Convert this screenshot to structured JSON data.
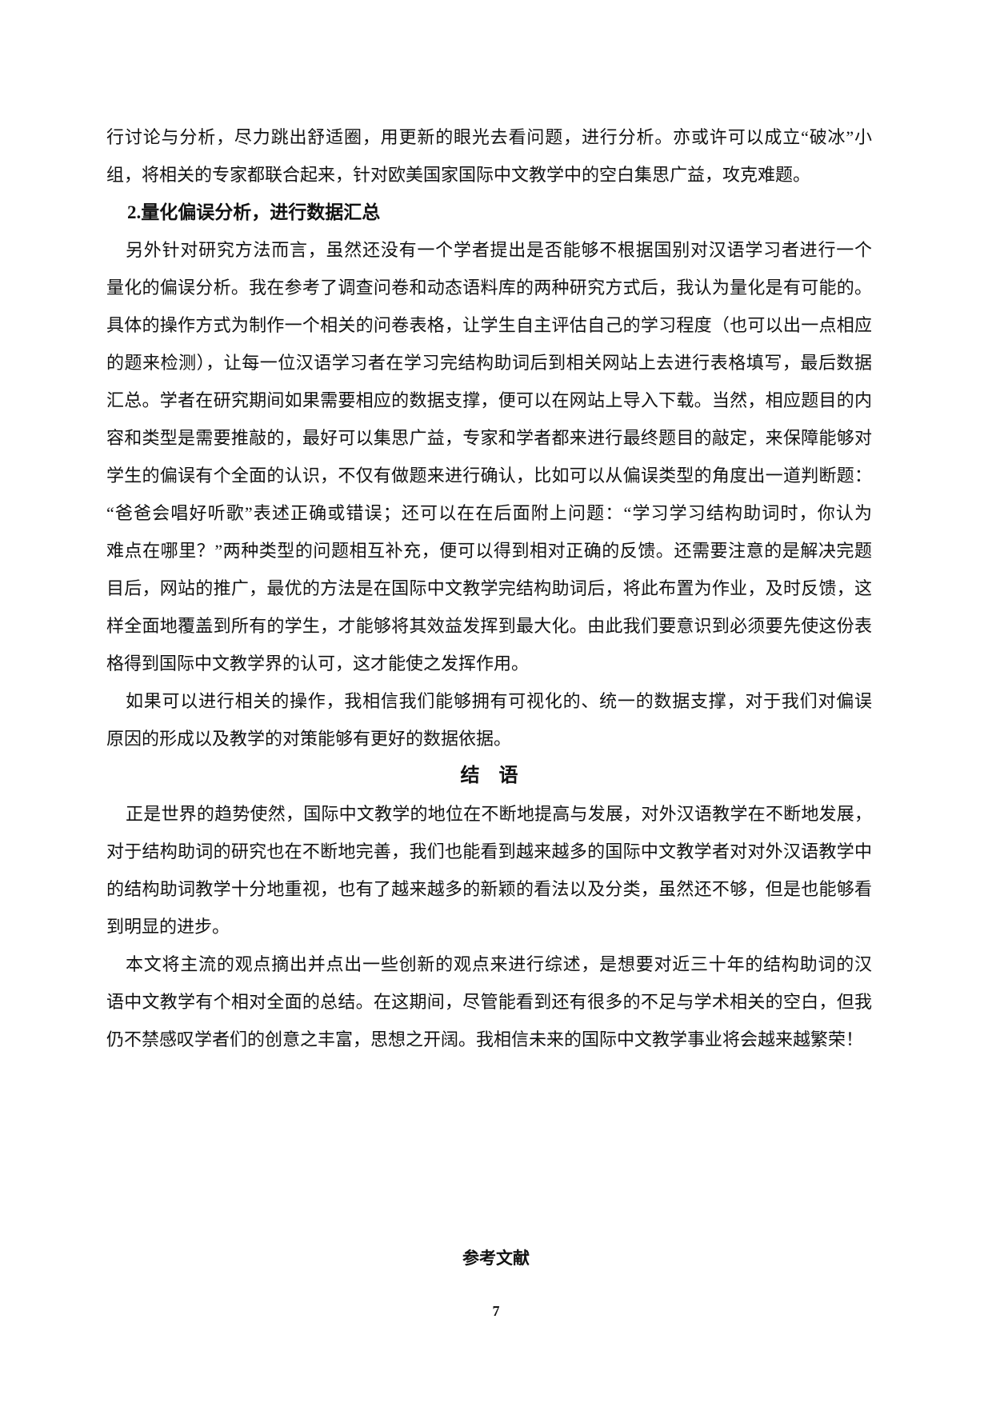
{
  "document": {
    "blocks": [
      {
        "kind": "para",
        "bold": false,
        "indent": false,
        "name": "paragraph-continuation",
        "lines": [
          "行讨论与分析，尽力跳出舒适圈，用更新的眼光去看问题，进行分析。亦或许可以成立“破冰”小",
          "组，将相关的专家都联合起来，针对欧美国家国际中文教学中的空白集思广益，攻克难题。"
        ]
      },
      {
        "kind": "heading-left",
        "name": "section-heading-quantitative-error-analysis",
        "text": "2.量化偏误分析，进行数据汇总"
      },
      {
        "kind": "para",
        "bold": false,
        "indent": true,
        "name": "paragraph-research-method",
        "lines": [
          "另外针对研究方法而言，虽然还没有一个学者提出是否能够不根据国别对汉语学习者进行一个",
          "量化的偏误分析。我在参考了调查问卷和动态语料库的两种研究方式后，我认为量化是有可能的。",
          "具体的操作方式为制作一个相关的问卷表格，让学生自主评估自己的学习程度（也可以出一点相应",
          "的题来检测），让每一位汉语学习者在学习完结构助词后到相关网站上去进行表格填写，最后数据",
          "汇总。学者在研究期间如果需要相应的数据支撑，便可以在网站上导入下载。当然，相应题目的内",
          "容和类型是需要推敲的，最好可以集思广益，专家和学者都来进行最终题目的敲定，来保障能够对",
          "学生的偏误有个全面的认识，不仅有做题来进行确认，比如可以从偏误类型的角度出一道判断题：",
          "“爸爸会唱好听歌”表述正确或错误；还可以在在后面附上问题：“学习学习结构助词时，你认为",
          "难点在哪里？”两种类型的问题相互补充，便可以得到相对正确的反馈。还需要注意的是解决完题",
          "目后，网站的推广，最优的方法是在国际中文教学完结构助词后，将此布置为作业，及时反馈，这",
          "样全面地覆盖到所有的学生，才能够将其效益发挥到最大化。由此我们要意识到必须要先使这份表",
          "格得到国际中文教学界的认可，这才能使之发挥作用。"
        ]
      },
      {
        "kind": "para",
        "bold": false,
        "indent": true,
        "name": "paragraph-data-support",
        "lines": [
          "如果可以进行相关的操作，我相信我们能够拥有可视化的、统一的数据支撑，对于我们对偏误",
          "原因的形成以及教学的对策能够有更好的数据依据。"
        ]
      },
      {
        "kind": "heading-center",
        "name": "conclusion-heading",
        "text": "结　语"
      },
      {
        "kind": "para",
        "bold": true,
        "indent": true,
        "name": "paragraph-conclusion-1",
        "lines": [
          "正是世界的趋势使然，国际中文教学的地位在不断地提高与发展，对外汉语教学在不断地发展，",
          "对于结构助词的研究也在不断地完善，我们也能看到越来越多的国际中文教学者对对外汉语教学中",
          "的结构助词教学十分地重视，也有了越来越多的新颖的看法以及分类，虽然还不够，但是也能够看",
          "到明显的进步。"
        ]
      },
      {
        "kind": "para",
        "bold": true,
        "indent": true,
        "name": "paragraph-conclusion-2",
        "lines": [
          "本文将主流的观点摘出并点出一些创新的观点来进行综述，是想要对近三十年的结构助词的汉",
          "语中文教学有个相对全面的总结。在这期间，尽管能看到还有很多的不足与学术相关的空白，但我",
          "仍不禁感叹学者们的创意之丰富，思想之开阔。我相信未来的国际中文教学事业将会越来越繁荣！"
        ]
      }
    ],
    "references_heading": "参考文献",
    "page_number": "7"
  }
}
